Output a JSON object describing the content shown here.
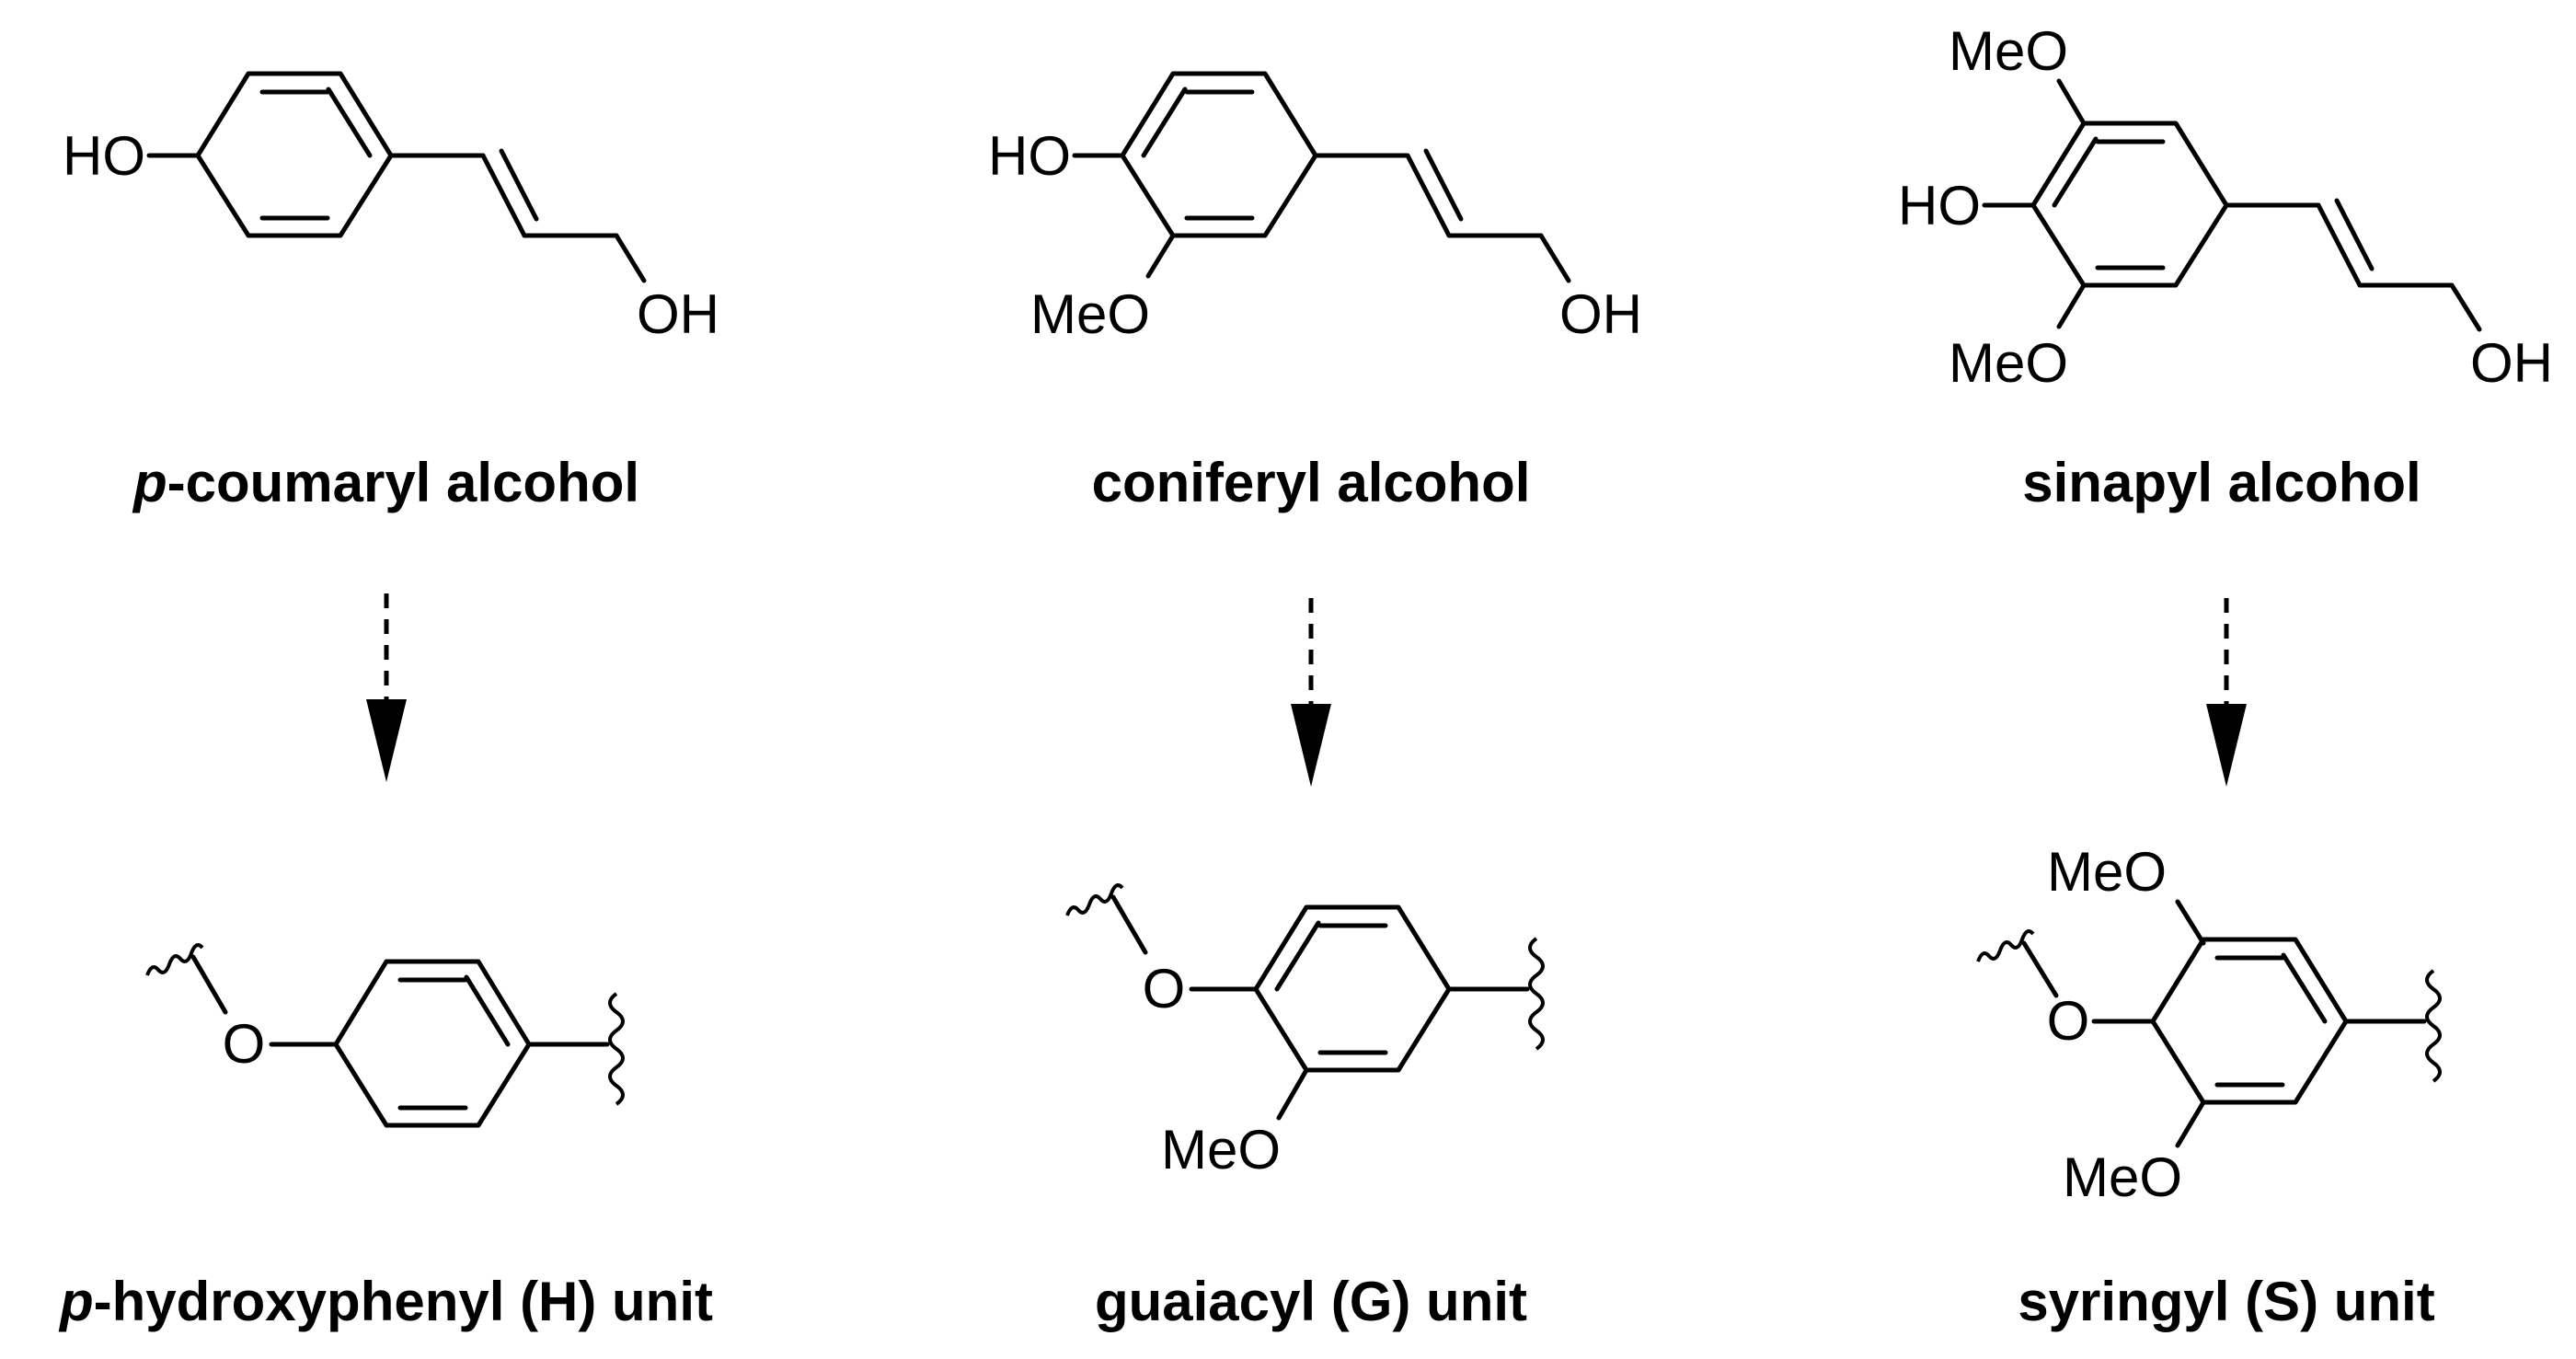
{
  "monomers": [
    {
      "prefix": "p",
      "rest": "-coumaryl alcohol",
      "substituents": {
        "hydroxy": "HO",
        "side_chain_oh": "OH"
      }
    },
    {
      "prefix": "",
      "rest": "coniferyl alcohol",
      "substituents": {
        "hydroxy": "HO",
        "methoxy": "MeO",
        "side_chain_oh": "OH"
      }
    },
    {
      "prefix": "",
      "rest": "sinapyl alcohol",
      "substituents": {
        "hydroxy": "HO",
        "methoxy_top": "MeO",
        "methoxy_bottom": "MeO",
        "side_chain_oh": "OH"
      }
    }
  ],
  "units": [
    {
      "prefix": "p",
      "rest": "-hydroxyphenyl (H) unit",
      "substituents": {
        "oxygen": "O"
      }
    },
    {
      "prefix": "",
      "rest": "guaiacyl (G) unit",
      "substituents": {
        "oxygen": "O",
        "methoxy": "MeO"
      }
    },
    {
      "prefix": "",
      "rest": "syringyl (S) unit",
      "substituents": {
        "oxygen": "O",
        "methoxy_top": "MeO",
        "methoxy_bottom": "MeO"
      }
    }
  ],
  "arrow_style": "dashed"
}
